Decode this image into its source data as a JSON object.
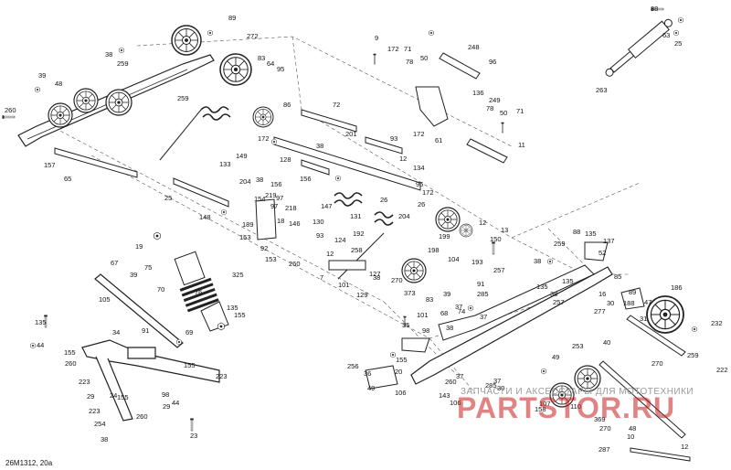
{
  "diagram_code": "26M1312, 20a",
  "watermark": {
    "tagline": "ЗАПЧАСТИ И АКСЕССУАРЫ ДЛЯ МОТОТЕХНИКИ",
    "brand": "PARTSTOR.RU"
  },
  "part_numbers": [
    "38",
    "25",
    "63",
    "263",
    "89",
    "272",
    "38",
    "259",
    "83",
    "64",
    "95",
    "39",
    "48",
    "259",
    "260",
    "9",
    "172",
    "71",
    "78",
    "50",
    "248",
    "96",
    "172",
    "61",
    "136",
    "249",
    "78",
    "50",
    "71",
    "11",
    "72",
    "86",
    "172",
    "128",
    "38",
    "201",
    "93",
    "12",
    "134",
    "96",
    "172",
    "157",
    "65",
    "149",
    "133",
    "204",
    "38",
    "156",
    "219",
    "154",
    "97",
    "97",
    "218",
    "156",
    "25",
    "148",
    "189",
    "153",
    "92",
    "153",
    "260",
    "18",
    "147",
    "146",
    "130",
    "93",
    "124",
    "131",
    "204",
    "192",
    "26",
    "26",
    "12",
    "13",
    "150",
    "104",
    "199",
    "198",
    "193",
    "257",
    "19",
    "67",
    "39",
    "75",
    "325",
    "105",
    "70",
    "76",
    "12",
    "258",
    "7",
    "101",
    "127",
    "129",
    "38",
    "270",
    "373",
    "83",
    "39",
    "91",
    "285",
    "38",
    "259",
    "88",
    "135",
    "137",
    "52",
    "135",
    "135",
    "38",
    "257",
    "37",
    "186",
    "85",
    "89",
    "188",
    "16",
    "30",
    "277",
    "47",
    "31",
    "35",
    "101",
    "38",
    "91",
    "135",
    "155",
    "69",
    "68",
    "74",
    "37",
    "135",
    "34",
    "44",
    "155",
    "260",
    "98",
    "155",
    "253",
    "49",
    "232",
    "259",
    "40",
    "222",
    "270",
    "256",
    "36",
    "49",
    "106",
    "20",
    "143",
    "260",
    "37",
    "285",
    "37",
    "30",
    "106",
    "158",
    "155",
    "223",
    "223",
    "24",
    "29",
    "223",
    "155",
    "98",
    "29",
    "254",
    "38",
    "260",
    "44",
    "23",
    "369",
    "107",
    "110",
    "270",
    "48",
    "287",
    "10",
    "12"
  ]
}
